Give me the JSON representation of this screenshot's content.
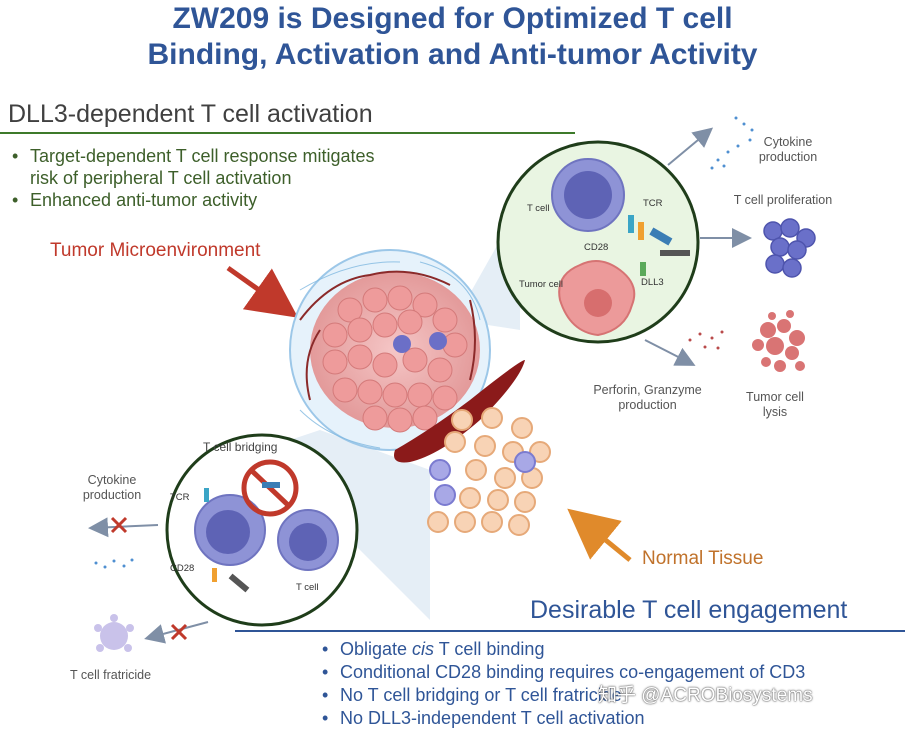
{
  "title": {
    "line1": "ZW209 is Designed for Optimized T cell",
    "line2": "Binding, Activation and Anti-tumor Activity"
  },
  "dll3_section": {
    "heading": "DLL3-dependent T cell activation",
    "bullets": [
      "Target-dependent T cell response mitigates",
      "risk of peripheral T cell activation",
      "Enhanced anti-tumor activity"
    ]
  },
  "tumor_microenvironment_label": "Tumor Microenvironment",
  "normal_tissue_label": "Normal Tissue",
  "activation_panel": {
    "t_cell": "T cell",
    "tcr": "TCR",
    "cd28": "CD28",
    "tumor_cell": "Tumor cell",
    "dll3": "DLL3"
  },
  "outcomes": {
    "cytokine_production": "Cytokine production",
    "t_cell_proliferation": "T cell proliferation",
    "perforin_granzyme": "Perforin, Granzyme production",
    "tumor_cell_lysis": "Tumor cell lysis"
  },
  "bridging_panel": {
    "heading": "T cell bridging",
    "tcr": "TCR",
    "cd28": "CD28",
    "t_cell": "T cell",
    "cytokine_production": "Cytokine production",
    "t_cell_fratricide": "T cell fratricide"
  },
  "engagement_section": {
    "heading": "Desirable T cell engagement",
    "bullets": [
      {
        "pre": "Obligate ",
        "em": "cis",
        "post": " T cell binding"
      },
      {
        "pre": "Conditional CD28 binding requires co-engagement of CD3",
        "em": "",
        "post": ""
      },
      {
        "pre": "No T cell bridging or T cell fratricide",
        "em": "",
        "post": ""
      },
      {
        "pre": "No DLL3-independent T cell activation",
        "em": "",
        "post": ""
      }
    ]
  },
  "watermark": "知乎 @ACROBiosystems",
  "colors": {
    "title": "#2f5597",
    "green_rule": "#3d7a2a",
    "blue_rule": "#2f5597",
    "tumor_arrow": "#c0392b",
    "normal_arrow": "#e08a2b",
    "panel_green": "#e9f5e2"
  }
}
